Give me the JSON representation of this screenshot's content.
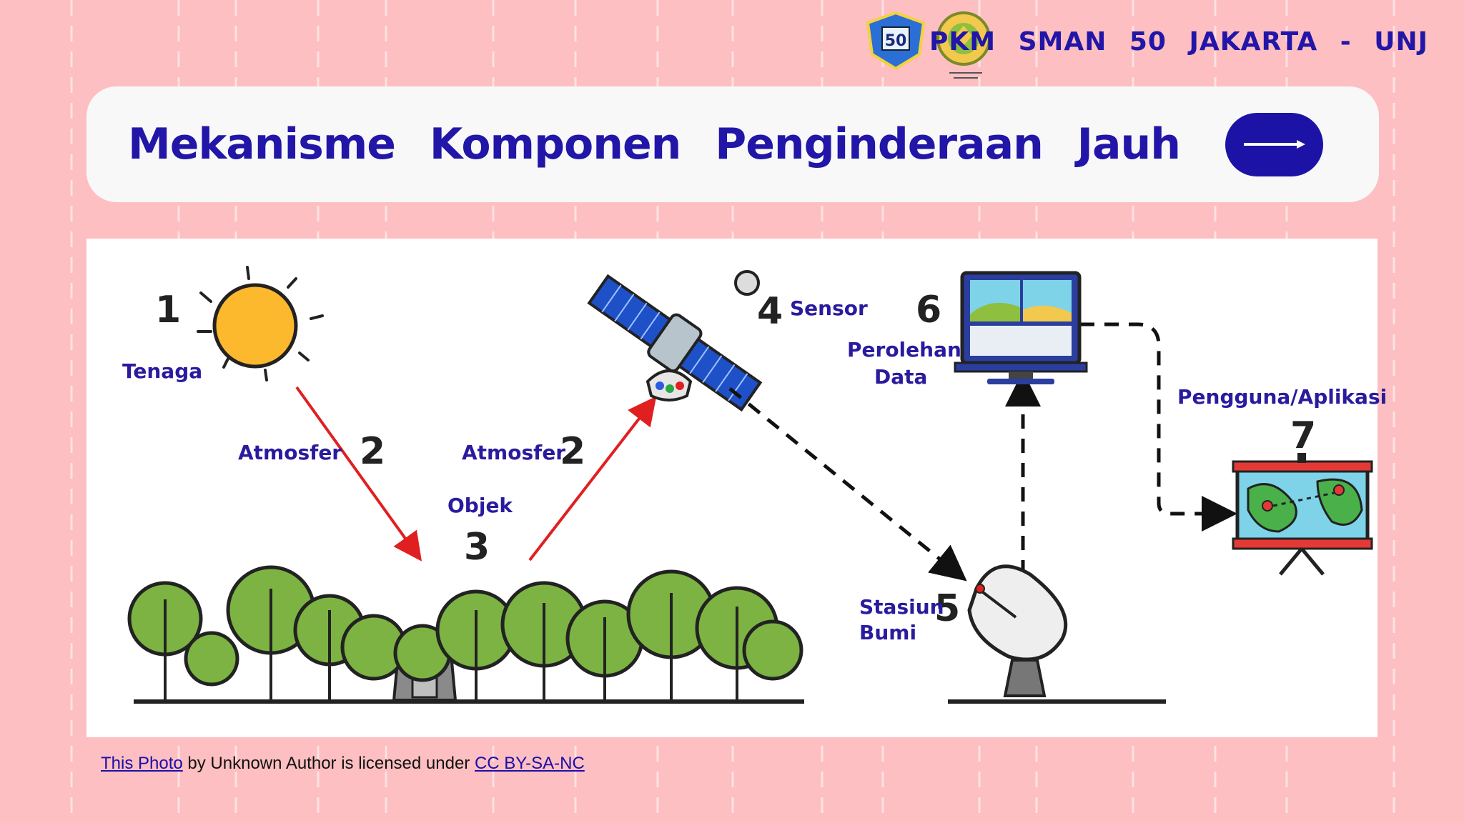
{
  "header": {
    "org_text": "PKM SMAN 50 JAKARTA - UNJ",
    "logo_1": {
      "name": "sman-50-logo",
      "text": "50"
    },
    "logo_2": {
      "name": "unj-logo"
    }
  },
  "title": {
    "text": "Mekanisme Komponen Penginderaan Jauh",
    "next_button_icon": "arrow-right-icon"
  },
  "diagram": {
    "labels": {
      "tenaga": "Tenaga",
      "atmosfer_1": "Atmosfer",
      "atmosfer_2": "Atmosfer",
      "objek": "Objek",
      "sensor": "Sensor",
      "perolehan_data_1": "Perolehan",
      "perolehan_data_2": "Data",
      "pengguna": "Pengguna/Aplikasi",
      "stasiun_1": "Stasiun",
      "stasiun_2": "Bumi"
    },
    "numbers": {
      "n1": "1",
      "n2a": "2",
      "n2b": "2",
      "n3": "3",
      "n4": "4",
      "n5": "5",
      "n6": "6",
      "n7": "7"
    },
    "colors": {
      "label": "#2a1b9e",
      "arrow_red": "#e02020",
      "sun": "#fdb92e",
      "tree": "#7cb342",
      "solar_panel": "#1e50c8"
    }
  },
  "credit": {
    "link1": "This Photo",
    "middle": " by Unknown Author is licensed under ",
    "link2": "CC BY-SA-NC"
  }
}
